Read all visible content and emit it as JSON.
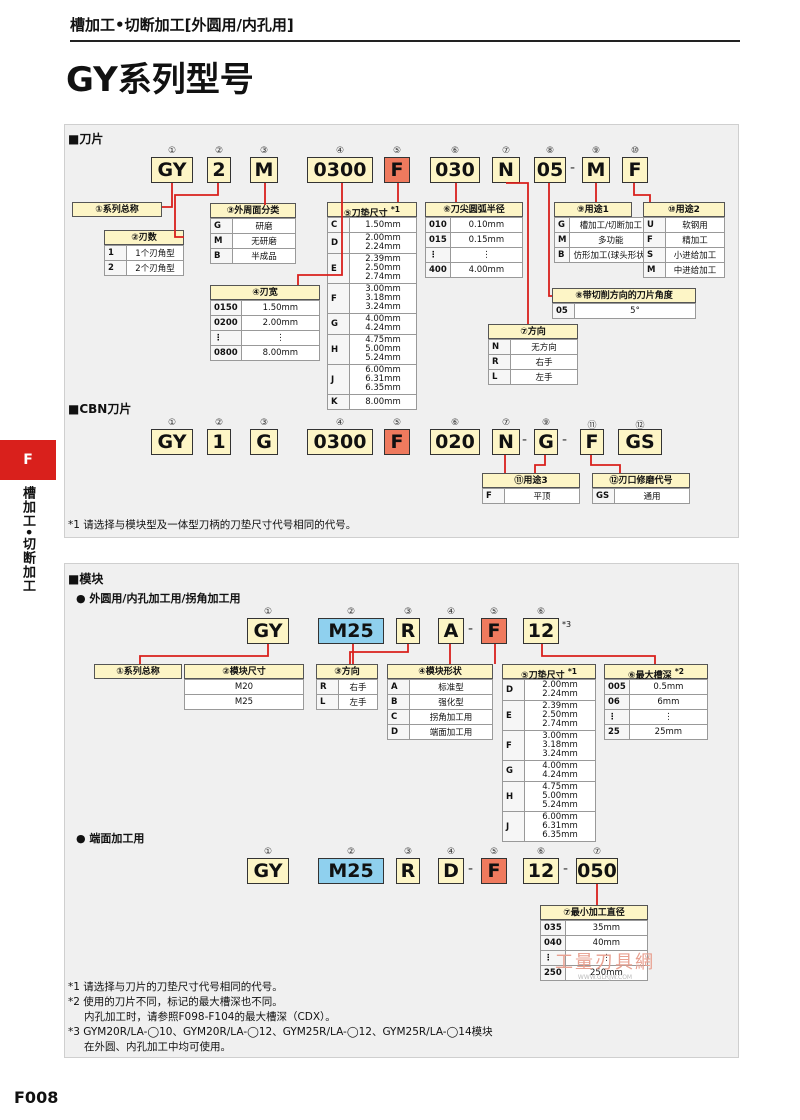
{
  "header": {
    "title": "槽加工•切断加工[外圆用/内孔用]",
    "page_title": "GY系列型号"
  },
  "side": {
    "tab": "F",
    "label": "槽加工•切断加工"
  },
  "footer": {
    "page": "F008"
  },
  "insert": {
    "section": "■刀片",
    "nums": [
      "①",
      "②",
      "③",
      "④",
      "⑤",
      "⑥",
      "⑦",
      "⑧",
      "⑨",
      "⑩"
    ],
    "codes": [
      "GY",
      "2",
      "M",
      "0300",
      "F",
      "030",
      "N",
      "05",
      "M",
      "F"
    ],
    "sep": "-",
    "series_label": "①系列总称",
    "edges": {
      "label": "②刃数",
      "rows": [
        [
          "1",
          "1个刃角型"
        ],
        [
          "2",
          "2个刃角型"
        ]
      ]
    },
    "periph": {
      "label": "③外周面分类",
      "rows": [
        [
          "G",
          "研磨"
        ],
        [
          "M",
          "无研磨"
        ],
        [
          "B",
          "半成品"
        ]
      ]
    },
    "width": {
      "label": "④刃宽",
      "rows": [
        [
          "0150",
          "1.50mm"
        ],
        [
          "0200",
          "2.00mm"
        ],
        [
          "⋮",
          "⋮"
        ],
        [
          "0800",
          "8.00mm"
        ]
      ]
    },
    "seat": {
      "label": "⑤刀垫尺寸",
      "note": "*1",
      "rows": [
        [
          "C",
          "1.50mm"
        ],
        [
          "D",
          "2.00mm\n2.24mm"
        ],
        [
          "E",
          "2.39mm\n2.50mm\n2.74mm"
        ],
        [
          "F",
          "3.00mm\n3.18mm\n3.24mm"
        ],
        [
          "G",
          "4.00mm\n4.24mm"
        ],
        [
          "H",
          "4.75mm\n5.00mm\n5.24mm"
        ],
        [
          "J",
          "6.00mm\n6.31mm\n6.35mm"
        ],
        [
          "K",
          "8.00mm"
        ]
      ]
    },
    "radius": {
      "label": "⑥刀尖圆弧半径",
      "rows": [
        [
          "010",
          "0.10mm"
        ],
        [
          "015",
          "0.15mm"
        ],
        [
          "⋮",
          "⋮"
        ],
        [
          "400",
          "4.00mm"
        ]
      ]
    },
    "dir": {
      "label": "⑦方向",
      "rows": [
        [
          "N",
          "无方向"
        ],
        [
          "R",
          "右手"
        ],
        [
          "L",
          "左手"
        ]
      ]
    },
    "angle": {
      "label": "⑧带切削方向的刀片角度",
      "rows": [
        [
          "05",
          "5°"
        ]
      ]
    },
    "use1": {
      "label": "⑨用途1",
      "rows": [
        [
          "G",
          "槽加工/切断加工"
        ],
        [
          "M",
          "多功能"
        ],
        [
          "B",
          "仿形加工(球头形状)"
        ]
      ]
    },
    "use2": {
      "label": "⑩用途2",
      "rows": [
        [
          "U",
          "软钢用"
        ],
        [
          "F",
          "精加工"
        ],
        [
          "S",
          "小进给加工"
        ],
        [
          "M",
          "中进给加工"
        ]
      ]
    }
  },
  "cbn": {
    "section": "■CBN刀片",
    "nums": [
      "①",
      "②",
      "③",
      "④",
      "⑤",
      "⑥",
      "⑦",
      "⑨",
      "⑪",
      "⑫"
    ],
    "codes": [
      "GY",
      "1",
      "G",
      "0300",
      "F",
      "020",
      "N",
      "G",
      "F",
      "GS"
    ],
    "use3": {
      "label": "⑪用途3",
      "rows": [
        [
          "F",
          "平顶"
        ]
      ]
    },
    "hone": {
      "label": "⑫刃口修磨代号",
      "rows": [
        [
          "GS",
          "通用"
        ]
      ]
    },
    "note": "*1 请选择与模块型及一体型刀柄的刀垫尺寸代号相同的代号。"
  },
  "module": {
    "section": "■模块",
    "sub1": "● 外圆用/内孔加工用/拐角加工用",
    "nums": [
      "①",
      "②",
      "③",
      "④",
      "⑤",
      "⑥"
    ],
    "codes": [
      "GY",
      "M25",
      "R",
      "A",
      "F",
      "12"
    ],
    "sup": "*3",
    "series_label": "①系列总称",
    "size": {
      "label": "②模块尺寸",
      "rows": [
        [
          "M20"
        ],
        [
          "M25"
        ]
      ]
    },
    "dir": {
      "label": "③方向",
      "rows": [
        [
          "R",
          "右手"
        ],
        [
          "L",
          "左手"
        ]
      ]
    },
    "shape": {
      "label": "④模块形状",
      "rows": [
        [
          "A",
          "标准型"
        ],
        [
          "B",
          "强化型"
        ],
        [
          "C",
          "拐角加工用"
        ],
        [
          "D",
          "端面加工用"
        ]
      ]
    },
    "seat": {
      "label": "⑤刀垫尺寸",
      "note": "*1",
      "rows": [
        [
          "D",
          "2.00mm\n2.24mm"
        ],
        [
          "E",
          "2.39mm\n2.50mm\n2.74mm"
        ],
        [
          "F",
          "3.00mm\n3.18mm\n3.24mm"
        ],
        [
          "G",
          "4.00mm\n4.24mm"
        ],
        [
          "H",
          "4.75mm\n5.00mm\n5.24mm"
        ],
        [
          "J",
          "6.00mm\n6.31mm\n6.35mm"
        ]
      ]
    },
    "depth": {
      "label": "⑥最大槽深",
      "note": "*2",
      "rows": [
        [
          "005",
          "0.5mm"
        ],
        [
          "06",
          "6mm"
        ],
        [
          "⋮",
          "⋮"
        ],
        [
          "25",
          "25mm"
        ]
      ]
    },
    "sub2": "● 端面加工用",
    "nums2": [
      "①",
      "②",
      "③",
      "④",
      "⑤",
      "⑥",
      "⑦"
    ],
    "codes2": [
      "GY",
      "M25",
      "R",
      "D",
      "F",
      "12",
      "050"
    ],
    "mindia": {
      "label": "⑦最小加工直径",
      "rows": [
        [
          "035",
          "35mm"
        ],
        [
          "040",
          "40mm"
        ],
        [
          "⋮",
          "⋮"
        ],
        [
          "250",
          "250mm"
        ]
      ]
    },
    "notes": [
      "*1 请选择与刀片的刀垫尺寸代号相同的代号。",
      "*2 使用的刀片不同，标记的最大槽深也不同。",
      "内孔加工时，请参照F098-F104的最大槽深（CDX）。",
      "*3 GYM20R/LA-◯10、GYM20R/LA-◯12、GYM25R/LA-◯12、GYM25R/LA-◯14模块",
      "在外圆、内孔加工中均可使用。"
    ]
  },
  "watermark": {
    "text": "工量刃具網",
    "url": "WWW.GLRJW.COM"
  }
}
